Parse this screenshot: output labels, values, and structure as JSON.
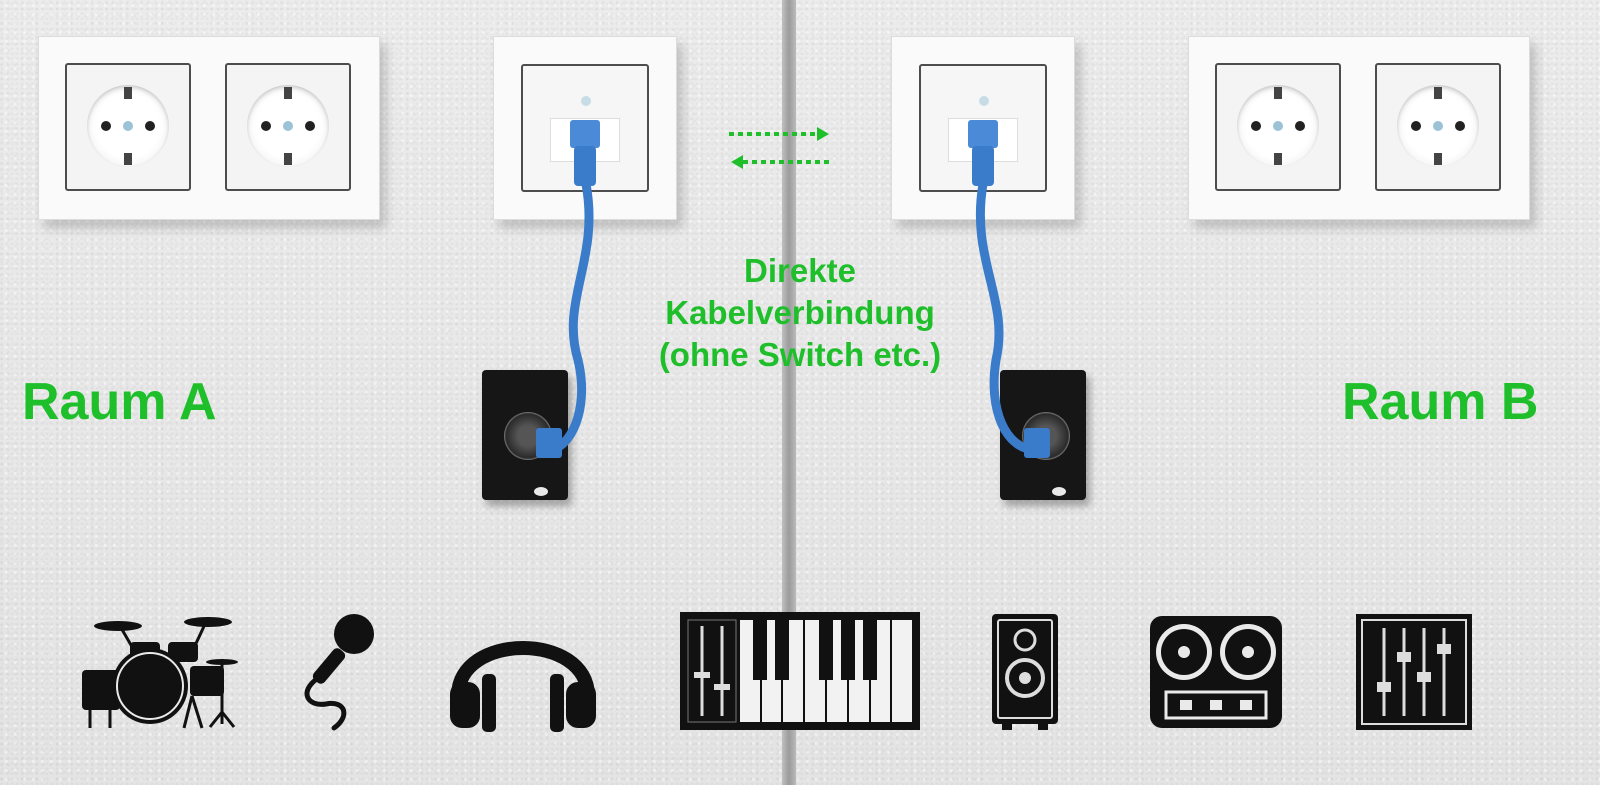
{
  "labels": {
    "room_a": "Raum A",
    "room_b": "Raum B",
    "connection_line1": "Direkte",
    "connection_line2": "Kabelverbindung",
    "connection_line3": "(ohne Switch etc.)"
  },
  "colors": {
    "accent_green": "#1fbf2b",
    "cable_blue": "#3a7cc9",
    "icon_black": "#111111"
  },
  "icons": [
    "drum-kit-icon",
    "microphone-icon",
    "headphones-icon",
    "keyboard-icon",
    "speaker-icon",
    "tape-recorder-icon",
    "mixer-icon"
  ]
}
